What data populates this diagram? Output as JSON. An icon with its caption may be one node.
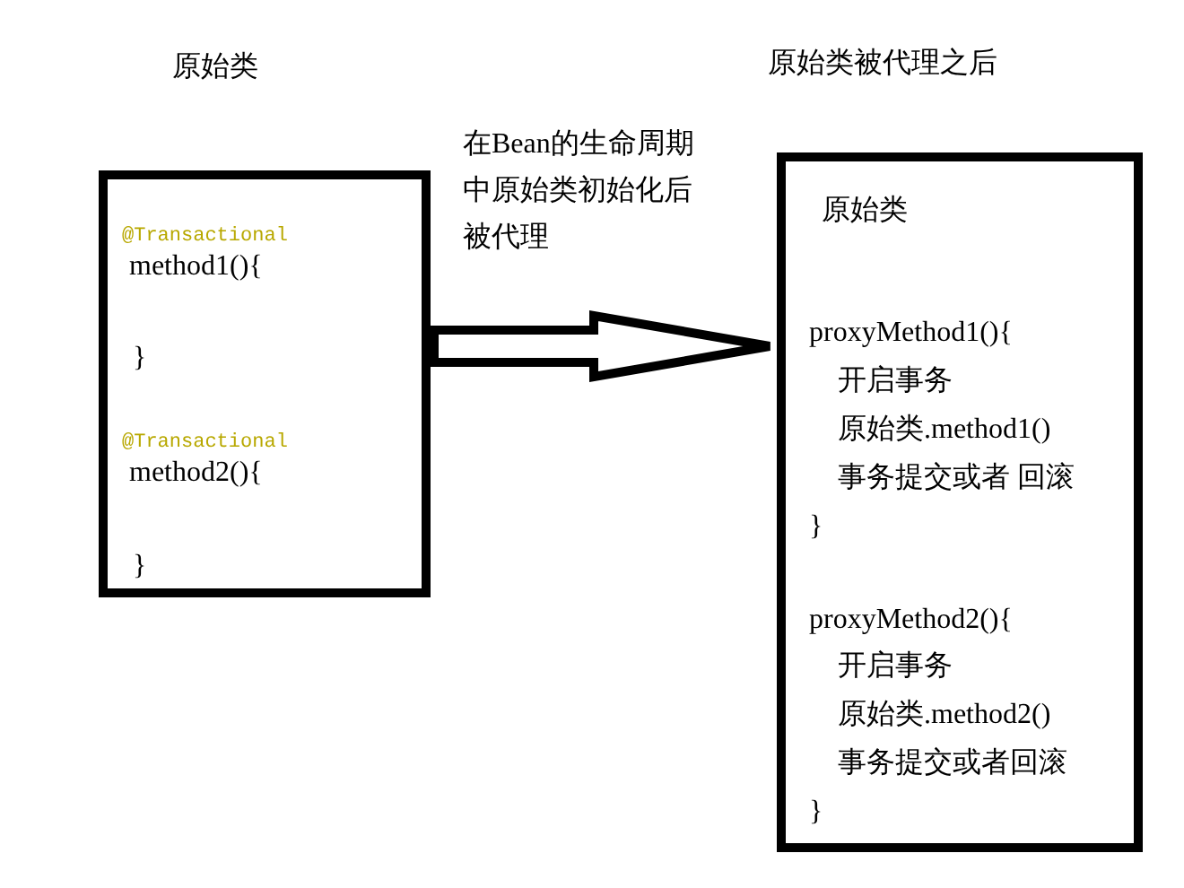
{
  "diagram": {
    "nodes": [
      {
        "text": [
          "原始类",
          "@Transactional",
          "method1(){",
          "}",
          "@Transactional",
          "method2(){",
          "}"
        ]
      },
      {
        "text": [
          "原始类被代理之后",
          "原始类",
          "proxyMethod1(){",
          "开启事务",
          "原始类.method1()",
          "事务提交或者 回滚",
          "}",
          "proxyMethod2(){",
          "开启事务",
          "原始类.method2()",
          "事务提交或者回滚",
          "}"
        ]
      }
    ],
    "edges": [
      {
        "from": 0,
        "to": 1,
        "arrow": "to",
        "label": "在Bean的生命周期中原始类初始化后被代理"
      }
    ]
  }
}
